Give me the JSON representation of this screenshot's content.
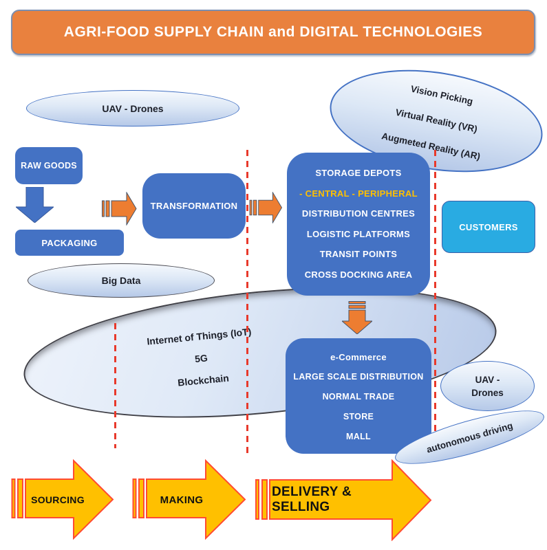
{
  "title": "AGRI-FOOD SUPPLY CHAIN and DIGITAL TECHNOLOGIES",
  "colors": {
    "title_bg": "#E9813E",
    "box_blue": "#4472C4",
    "customers_cyan": "#29ABE2",
    "highlight_gold": "#FFC000",
    "stage_arrow_fill": "#FFC000",
    "stage_arrow_outline": "#FF4B33",
    "process_arrow_orange": "#ED7D31",
    "dashed_line_red": "#E8392B",
    "ellipse_fill_light": "#DDE8F6"
  },
  "ellipses": {
    "uav_top": "UAV - Drones",
    "vision_lines": [
      "Vision Picking",
      "Virtual Reality (VR)",
      "Augmeted Reality (AR)"
    ],
    "big_data": "Big Data",
    "iot_lines": [
      "Internet of Things (IoT)",
      "5G",
      "Blockchain"
    ],
    "uav_right_lines": [
      "UAV -",
      "Drones"
    ],
    "autonomous": "autonomous driving"
  },
  "boxes": {
    "raw_goods": "RAW GOODS",
    "packaging": "PACKAGING",
    "transformation": "TRANSFORMATION",
    "customers": "CUSTOMERS",
    "storage_lines": [
      "STORAGE DEPOTS",
      "- CENTRAL - PERIPHERAL",
      "DISTRIBUTION CENTRES",
      "LOGISTIC PLATFORMS",
      "TRANSIT POINTS",
      "CROSS DOCKING AREA"
    ],
    "ecommerce_lines": [
      "e-Commerce",
      "LARGE SCALE DISTRIBUTION",
      "NORMAL TRADE",
      "STORE",
      "MALL"
    ]
  },
  "stages": [
    "SOURCING",
    "MAKING",
    "DELIVERY & SELLING"
  ]
}
